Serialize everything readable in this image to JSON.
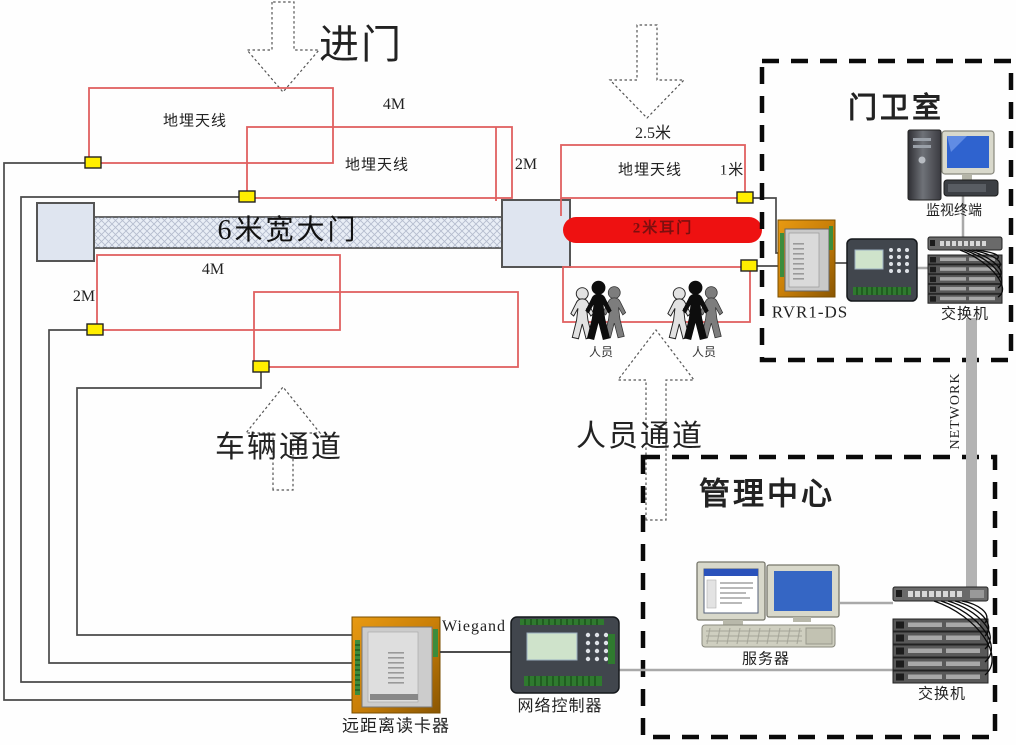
{
  "colors": {
    "antenna_loop_red": "#e06060",
    "connector_yellow": "#ffee00",
    "side_door_red": "#ee1111",
    "network_bar_gray": "#b3b3b3",
    "feed_line_dark": "#4a4a4a"
  },
  "entry_top": {
    "arrow_label": "进门",
    "antenna1_label": "地埋天线",
    "antenna1_width": "4M",
    "antenna2_label": "地埋天线",
    "antenna2_gap": "2M"
  },
  "gate": {
    "main_gate_label": "6米宽大门",
    "side_door_label": "2米耳门"
  },
  "personnel": {
    "entry_width": "2.5米",
    "antenna_label": "地埋天线",
    "edge_gap": "1米",
    "group1_label": "人员",
    "group2_label": "人员",
    "passage_label": "人员通道"
  },
  "vehicle_exit": {
    "antenna_width": "4M",
    "left_gap": "2M"
  },
  "vehicle_passage_label": "车辆通道",
  "guard_room": {
    "title": "门卫室",
    "monitor_label": "监视终端",
    "switch_label": "交换机",
    "reader_label": "RVR1-DS"
  },
  "network_label": "NETWORK",
  "management_center": {
    "title": "管理中心",
    "server_label": "服务器",
    "switch_label": "交换机"
  },
  "field_devices": {
    "long_range_reader_label": "远距离读卡器",
    "wiegand_label": "Wiegand",
    "network_controller_label": "网络控制器"
  }
}
